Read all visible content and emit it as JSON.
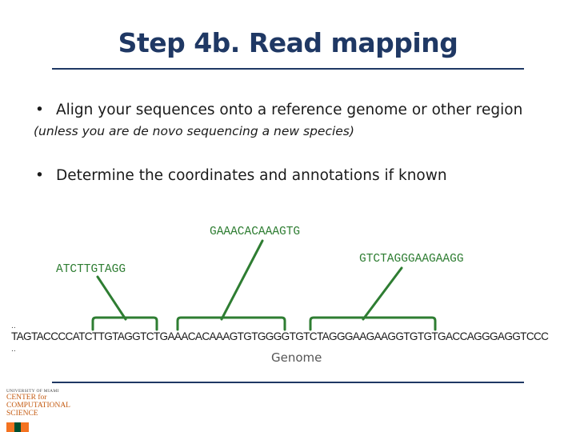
{
  "slide": {
    "title": "Step 4b. Read mapping",
    "bullets": [
      "Align your sequences onto a reference genome or other region",
      "Determine the coordinates and annotations if known"
    ],
    "note": "(unless you are de novo sequencing a new species)"
  },
  "reads": {
    "read_1": "ATCTTGTAGG",
    "read_2": "GAAACACAAAGTG",
    "read_3": "GTCTAGGGAAGAAGG"
  },
  "genome": {
    "ellipsis_top": "..",
    "sequence": "TAGTACCCCATCTTGTAGGTCTGAAACACAAAGTGTGGGGTGTCTAGGGAAGAAGGTGTGTGACCAGGGAGGTCCC",
    "ellipsis_bottom": "..",
    "label": "Genome"
  },
  "logo": {
    "university": "UNIVERSITY OF MIAMI",
    "center_lines": [
      "CENTER for",
      "COMPUTATIONAL",
      "SCIENCE"
    ],
    "mark": "U",
    "colors": {
      "orange": "#f47321",
      "green": "#005030"
    }
  },
  "colors": {
    "title": "#1f3864",
    "reads": "#2e7d32",
    "brackets": "#2e7d32"
  }
}
